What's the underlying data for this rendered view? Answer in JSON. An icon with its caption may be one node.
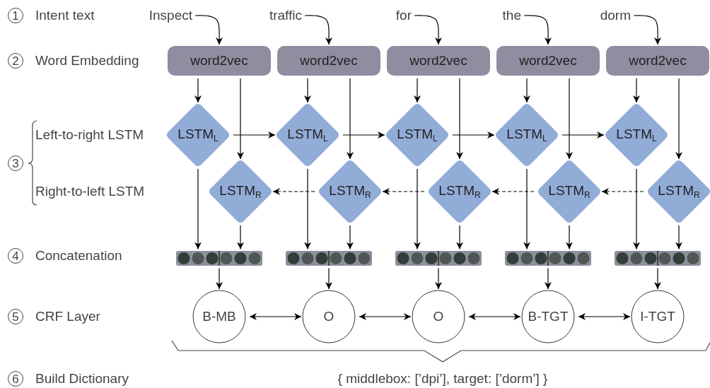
{
  "diagram": {
    "nodes": [
      {
        "text": [
          "Inspect"
        ]
      },
      {
        "text": [
          "traffic"
        ]
      },
      {
        "text": [
          "for"
        ]
      },
      {
        "text": [
          "the"
        ]
      },
      {
        "text": [
          "dorm"
        ]
      },
      {
        "text": [
          "word2vec"
        ]
      },
      {
        "text": [
          "word2vec"
        ]
      },
      {
        "text": [
          "word2vec"
        ]
      },
      {
        "text": [
          "word2vec"
        ]
      },
      {
        "text": [
          "word2vec"
        ]
      },
      {
        "text": [
          "LSTM$_{L}$"
        ]
      },
      {
        "text": [
          "LSTM$_{L}$"
        ]
      },
      {
        "text": [
          "LSTM$_{L}$"
        ]
      },
      {
        "text": [
          "LSTM$_{L}$"
        ]
      },
      {
        "text": [
          "LSTM$_{L}$"
        ]
      },
      {
        "text": [
          "LSTM$_{R}$"
        ]
      },
      {
        "text": [
          "LSTM$_{R}$"
        ]
      },
      {
        "text": [
          "LSTM$_{R}$"
        ]
      },
      {
        "text": [
          "LSTM$_{R}$"
        ]
      },
      {
        "text": [
          "LSTM$_{R}$"
        ]
      },
      {
        "text": [],
        "shape": "bar"
      },
      {
        "text": [],
        "shape": "bar"
      },
      {
        "text": [],
        "shape": "bar"
      },
      {
        "text": [],
        "shape": "bar"
      },
      {
        "text": [],
        "shape": "bar"
      },
      {
        "text": [
          "B-MB"
        ]
      },
      {
        "text": [
          "O"
        ]
      },
      {
        "text": [
          "O"
        ]
      },
      {
        "text": [
          "B-TGT"
        ]
      },
      {
        "text": [
          "I-TGT"
        ]
      }
    ],
    "edges": [
      {
        "from": 0,
        "to": 5,
        "arrow": "to"
      },
      {
        "from": 1,
        "to": 6,
        "arrow": "to"
      },
      {
        "from": 2,
        "to": 7,
        "arrow": "to"
      },
      {
        "from": 3,
        "to": 8,
        "arrow": "to"
      },
      {
        "from": 4,
        "to": 9,
        "arrow": "to"
      },
      {
        "from": 5,
        "to": 10,
        "arrow": "to"
      },
      {
        "from": 6,
        "to": 11,
        "arrow": "to"
      },
      {
        "from": 7,
        "to": 12,
        "arrow": "to"
      },
      {
        "from": 8,
        "to": 13,
        "arrow": "to"
      },
      {
        "from": 9,
        "to": 14,
        "arrow": "to"
      },
      {
        "from": 5,
        "to": 15,
        "arrow": "to"
      },
      {
        "from": 6,
        "to": 16,
        "arrow": "to"
      },
      {
        "from": 7,
        "to": 17,
        "arrow": "to"
      },
      {
        "from": 8,
        "to": 18,
        "arrow": "to"
      },
      {
        "from": 9,
        "to": 19,
        "arrow": "to"
      },
      {
        "from": 10,
        "to": 11,
        "arrow": "to"
      },
      {
        "from": 11,
        "to": 12,
        "arrow": "to"
      },
      {
        "from": 12,
        "to": 13,
        "arrow": "to"
      },
      {
        "from": 13,
        "to": 14,
        "arrow": "to"
      },
      {
        "from": 16,
        "to": 15,
        "arrow": "to",
        "style": "dashed"
      },
      {
        "from": 17,
        "to": 16,
        "arrow": "to",
        "style": "dashed"
      },
      {
        "from": 18,
        "to": 17,
        "arrow": "to",
        "style": "dashed"
      },
      {
        "from": 19,
        "to": 18,
        "arrow": "to",
        "style": "dashed"
      },
      {
        "from": 10,
        "to": 20,
        "arrow": "to"
      },
      {
        "from": 11,
        "to": 21,
        "arrow": "to"
      },
      {
        "from": 12,
        "to": 22,
        "arrow": "to"
      },
      {
        "from": 13,
        "to": 23,
        "arrow": "to"
      },
      {
        "from": 14,
        "to": 24,
        "arrow": "to"
      },
      {
        "from": 15,
        "to": 20,
        "arrow": "to"
      },
      {
        "from": 16,
        "to": 21,
        "arrow": "to"
      },
      {
        "from": 17,
        "to": 22,
        "arrow": "to"
      },
      {
        "from": 18,
        "to": 23,
        "arrow": "to"
      },
      {
        "from": 19,
        "to": 24,
        "arrow": "to"
      },
      {
        "from": 20,
        "to": 25,
        "arrow": "to"
      },
      {
        "from": 21,
        "to": 26,
        "arrow": "to"
      },
      {
        "from": 22,
        "to": 27,
        "arrow": "to"
      },
      {
        "from": 23,
        "to": 28,
        "arrow": "to"
      },
      {
        "from": 24,
        "to": 29,
        "arrow": "to"
      },
      {
        "from": 25,
        "to": 26,
        "arrow": "both"
      },
      {
        "from": 26,
        "to": 27,
        "arrow": "both"
      },
      {
        "from": 27,
        "to": 28,
        "arrow": "both"
      },
      {
        "from": 28,
        "to": 29,
        "arrow": "both"
      }
    ],
    "labels": [
      "1",
      "Intent text",
      "2",
      "Word Embedding",
      "Left-to-right LSTM",
      "3",
      "Right-to-left LSTM",
      "4",
      "Concatenation",
      "5",
      "CRF Layer",
      "6",
      "Build Dictionary",
      "{ middlebox: [’dpi’], target: [’dorm’] }"
    ]
  }
}
